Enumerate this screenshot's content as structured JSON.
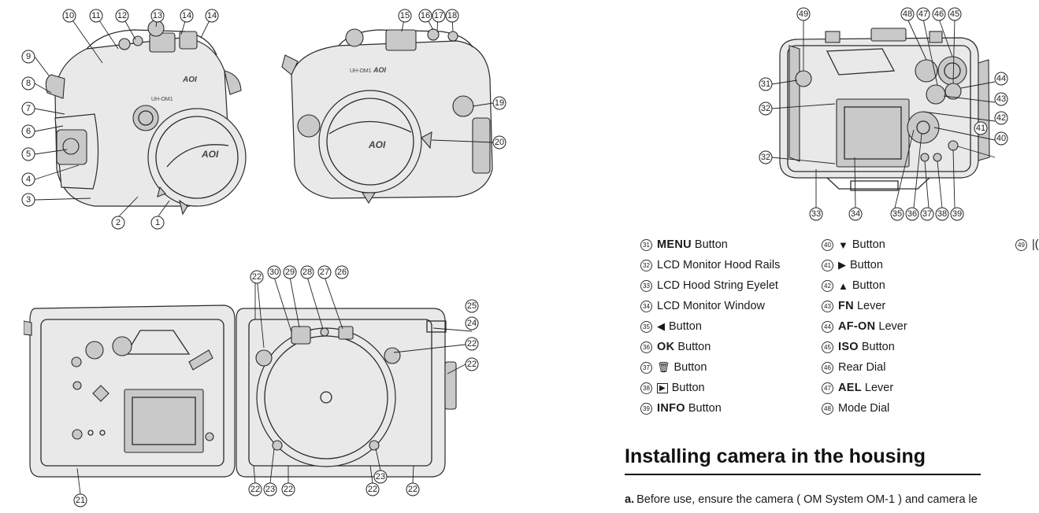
{
  "callouts": {
    "front_left": [
      "1",
      "2",
      "3",
      "4",
      "5",
      "6",
      "7",
      "8",
      "9",
      "10",
      "11",
      "12",
      "13",
      "14",
      "14"
    ],
    "front_right": [
      "15",
      "16",
      "17",
      "18",
      "19",
      "20"
    ],
    "open": [
      "21",
      "22",
      "22",
      "22",
      "22",
      "22",
      "22",
      "22",
      "23",
      "23",
      "24",
      "25",
      "26",
      "27",
      "28",
      "29",
      "30"
    ],
    "back": [
      "31",
      "32",
      "32",
      "33",
      "34",
      "35",
      "36",
      "37",
      "38",
      "39",
      "40",
      "41",
      "42",
      "43",
      "44",
      "45",
      "46",
      "47",
      "48",
      "49"
    ]
  },
  "housing_labels": {
    "brand": "AOI",
    "model": "UH-OM1"
  },
  "legend": [
    {
      "n": "31",
      "key": "MENU",
      "label": "Button"
    },
    {
      "n": "32",
      "key": "",
      "label": "LCD Monitor Hood Rails"
    },
    {
      "n": "33",
      "key": "",
      "label": "LCD Hood String Eyelet"
    },
    {
      "n": "34",
      "key": "",
      "label": "LCD Monitor Window"
    },
    {
      "n": "35",
      "sym": "◀",
      "label": "Button"
    },
    {
      "n": "36",
      "key": "OK",
      "label": "Button"
    },
    {
      "n": "37",
      "sym": "🗑",
      "label": "Button"
    },
    {
      "n": "38",
      "sym": "▶",
      "label": "Button"
    },
    {
      "n": "39",
      "key": "INFO",
      "label": "Button"
    },
    {
      "n": "40",
      "sym": "▼",
      "label": "Button"
    },
    {
      "n": "41",
      "sym": "▶",
      "label": "Button"
    },
    {
      "n": "42",
      "sym": "▲",
      "label": "Button"
    },
    {
      "n": "43",
      "key": "FN",
      "label": "Lever"
    },
    {
      "n": "44",
      "key": "AF-ON",
      "label": "Lever"
    },
    {
      "n": "45",
      "key": "ISO",
      "label": "Button"
    },
    {
      "n": "46",
      "key": "",
      "label": "Rear Dial"
    },
    {
      "n": "47",
      "key": "AEL",
      "label": "Lever"
    },
    {
      "n": "48",
      "key": "",
      "label": "Mode Dial"
    },
    {
      "n": "49",
      "key": "",
      "label": "|("
    }
  ],
  "section_title": "Installing camera in the housing",
  "steps": [
    {
      "letter": "a.",
      "text": "Before use, ensure the camera ( OM System OM-1 ) and camera le"
    }
  ]
}
